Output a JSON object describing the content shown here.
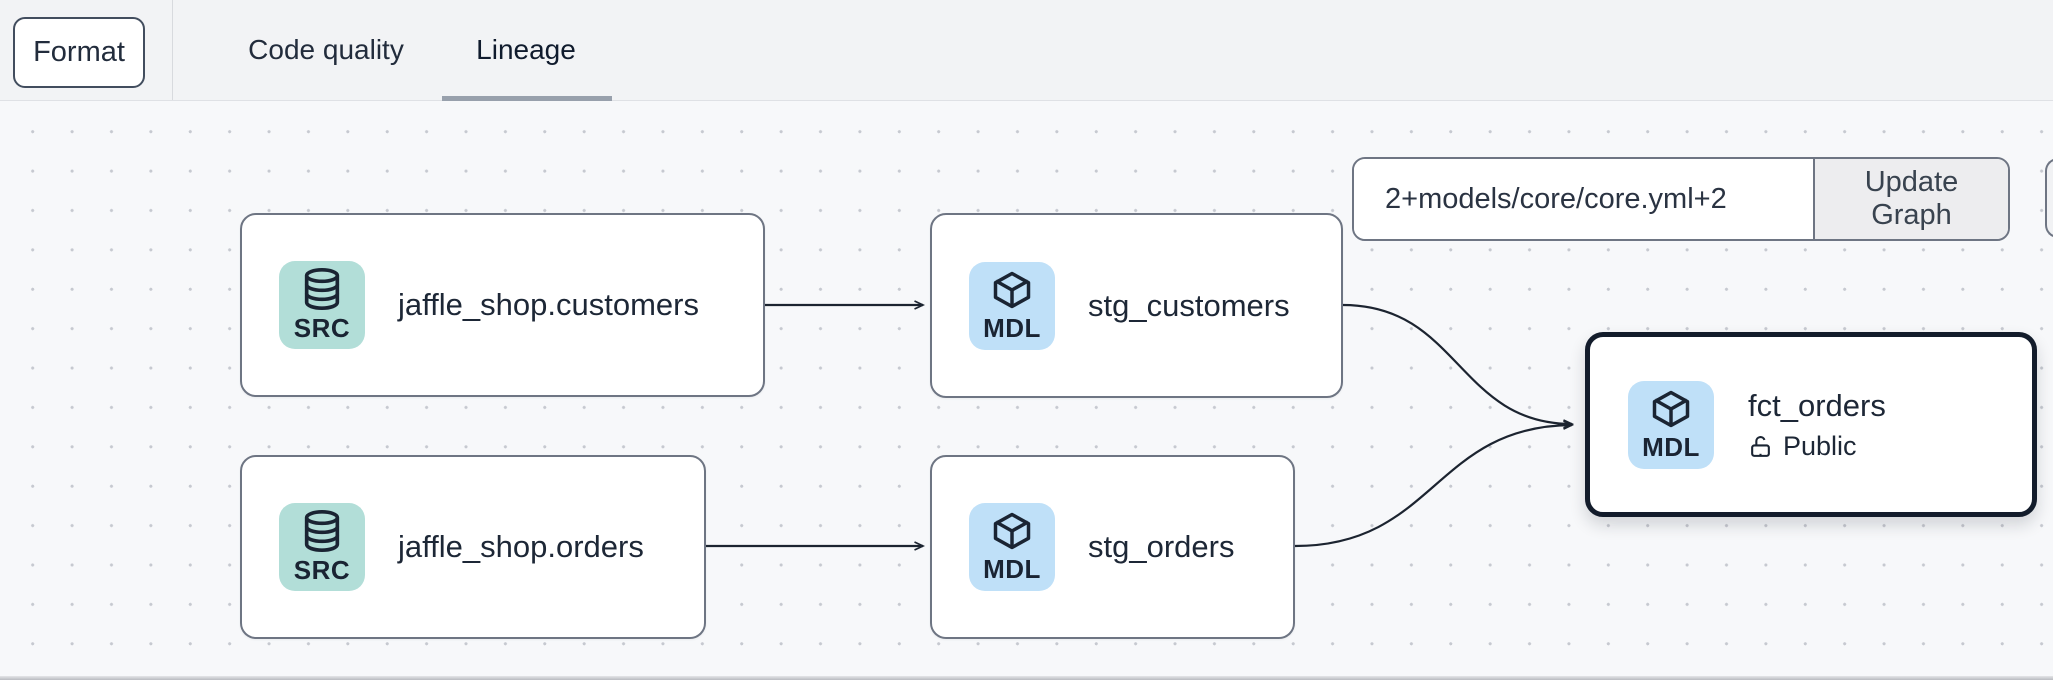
{
  "toolbar": {
    "format_label": "Format"
  },
  "tabs": [
    {
      "label": "Code quality",
      "active": false
    },
    {
      "label": "Lineage",
      "active": true
    }
  ],
  "graph_controls": {
    "selector_value": "2+models/core/core.yml+2",
    "update_button_label": "Update Graph"
  },
  "nodes": [
    {
      "id": "source.jaffle_shop.customers",
      "title": "jaffle_shop.customers",
      "badge": "SRC",
      "icon": "database-icon",
      "type": "source",
      "selected": false
    },
    {
      "id": "stg_customers",
      "title": "stg_customers",
      "badge": "MDL",
      "icon": "cube-icon",
      "type": "model",
      "selected": false
    },
    {
      "id": "source.jaffle_shop.orders",
      "title": "jaffle_shop.orders",
      "badge": "SRC",
      "icon": "database-icon",
      "type": "source",
      "selected": false
    },
    {
      "id": "stg_orders",
      "title": "stg_orders",
      "badge": "MDL",
      "icon": "cube-icon",
      "type": "model",
      "selected": false
    },
    {
      "id": "fct_orders",
      "title": "fct_orders",
      "badge": "MDL",
      "icon": "cube-icon",
      "type": "model",
      "access": "Public",
      "selected": true
    }
  ],
  "edges": [
    {
      "source": "source.jaffle_shop.customers",
      "target": "stg_customers"
    },
    {
      "source": "source.jaffle_shop.orders",
      "target": "stg_orders"
    },
    {
      "source": "stg_customers",
      "target": "fct_orders"
    },
    {
      "source": "stg_orders",
      "target": "fct_orders"
    }
  ],
  "colors": {
    "source_tile": "#b2ded8",
    "model_tile": "#bfe0f8",
    "selected_border": "#131c2b",
    "node_border": "#6e7583",
    "edge": "#1c2430",
    "tab_indicator": "#98a0ac",
    "canvas_bg": "#f7f8fa",
    "topbar_bg": "#f2f3f5"
  }
}
